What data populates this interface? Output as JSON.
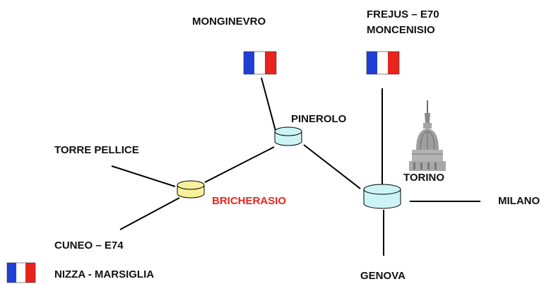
{
  "colors": {
    "french_blue": "#1f3fd6",
    "french_white": "#ffffff",
    "french_red": "#e8251d",
    "node_cyan": "#ccf4f7",
    "node_yellow": "#f7f29a",
    "highlight_red": "#e8251d"
  },
  "labels": {
    "monginevro": "MONGINEVRO",
    "frejus": "FREJUS – E70",
    "moncenisio": "MONCENISIO",
    "pinerolo": "PINEROLO",
    "torre_pellice": "TORRE PELLICE",
    "torino": "TORINO",
    "bricherasio": "BRICHERASIO",
    "milano": "MILANO",
    "cuneo": "CUNEO – E74",
    "nizza": "NIZZA - MARSIGLIA",
    "genova": "GENOVA"
  },
  "icons": {
    "flags": [
      "french-flag-icon",
      "french-flag-icon",
      "french-flag-icon"
    ],
    "landmark": "mole-antonelliana-icon"
  }
}
